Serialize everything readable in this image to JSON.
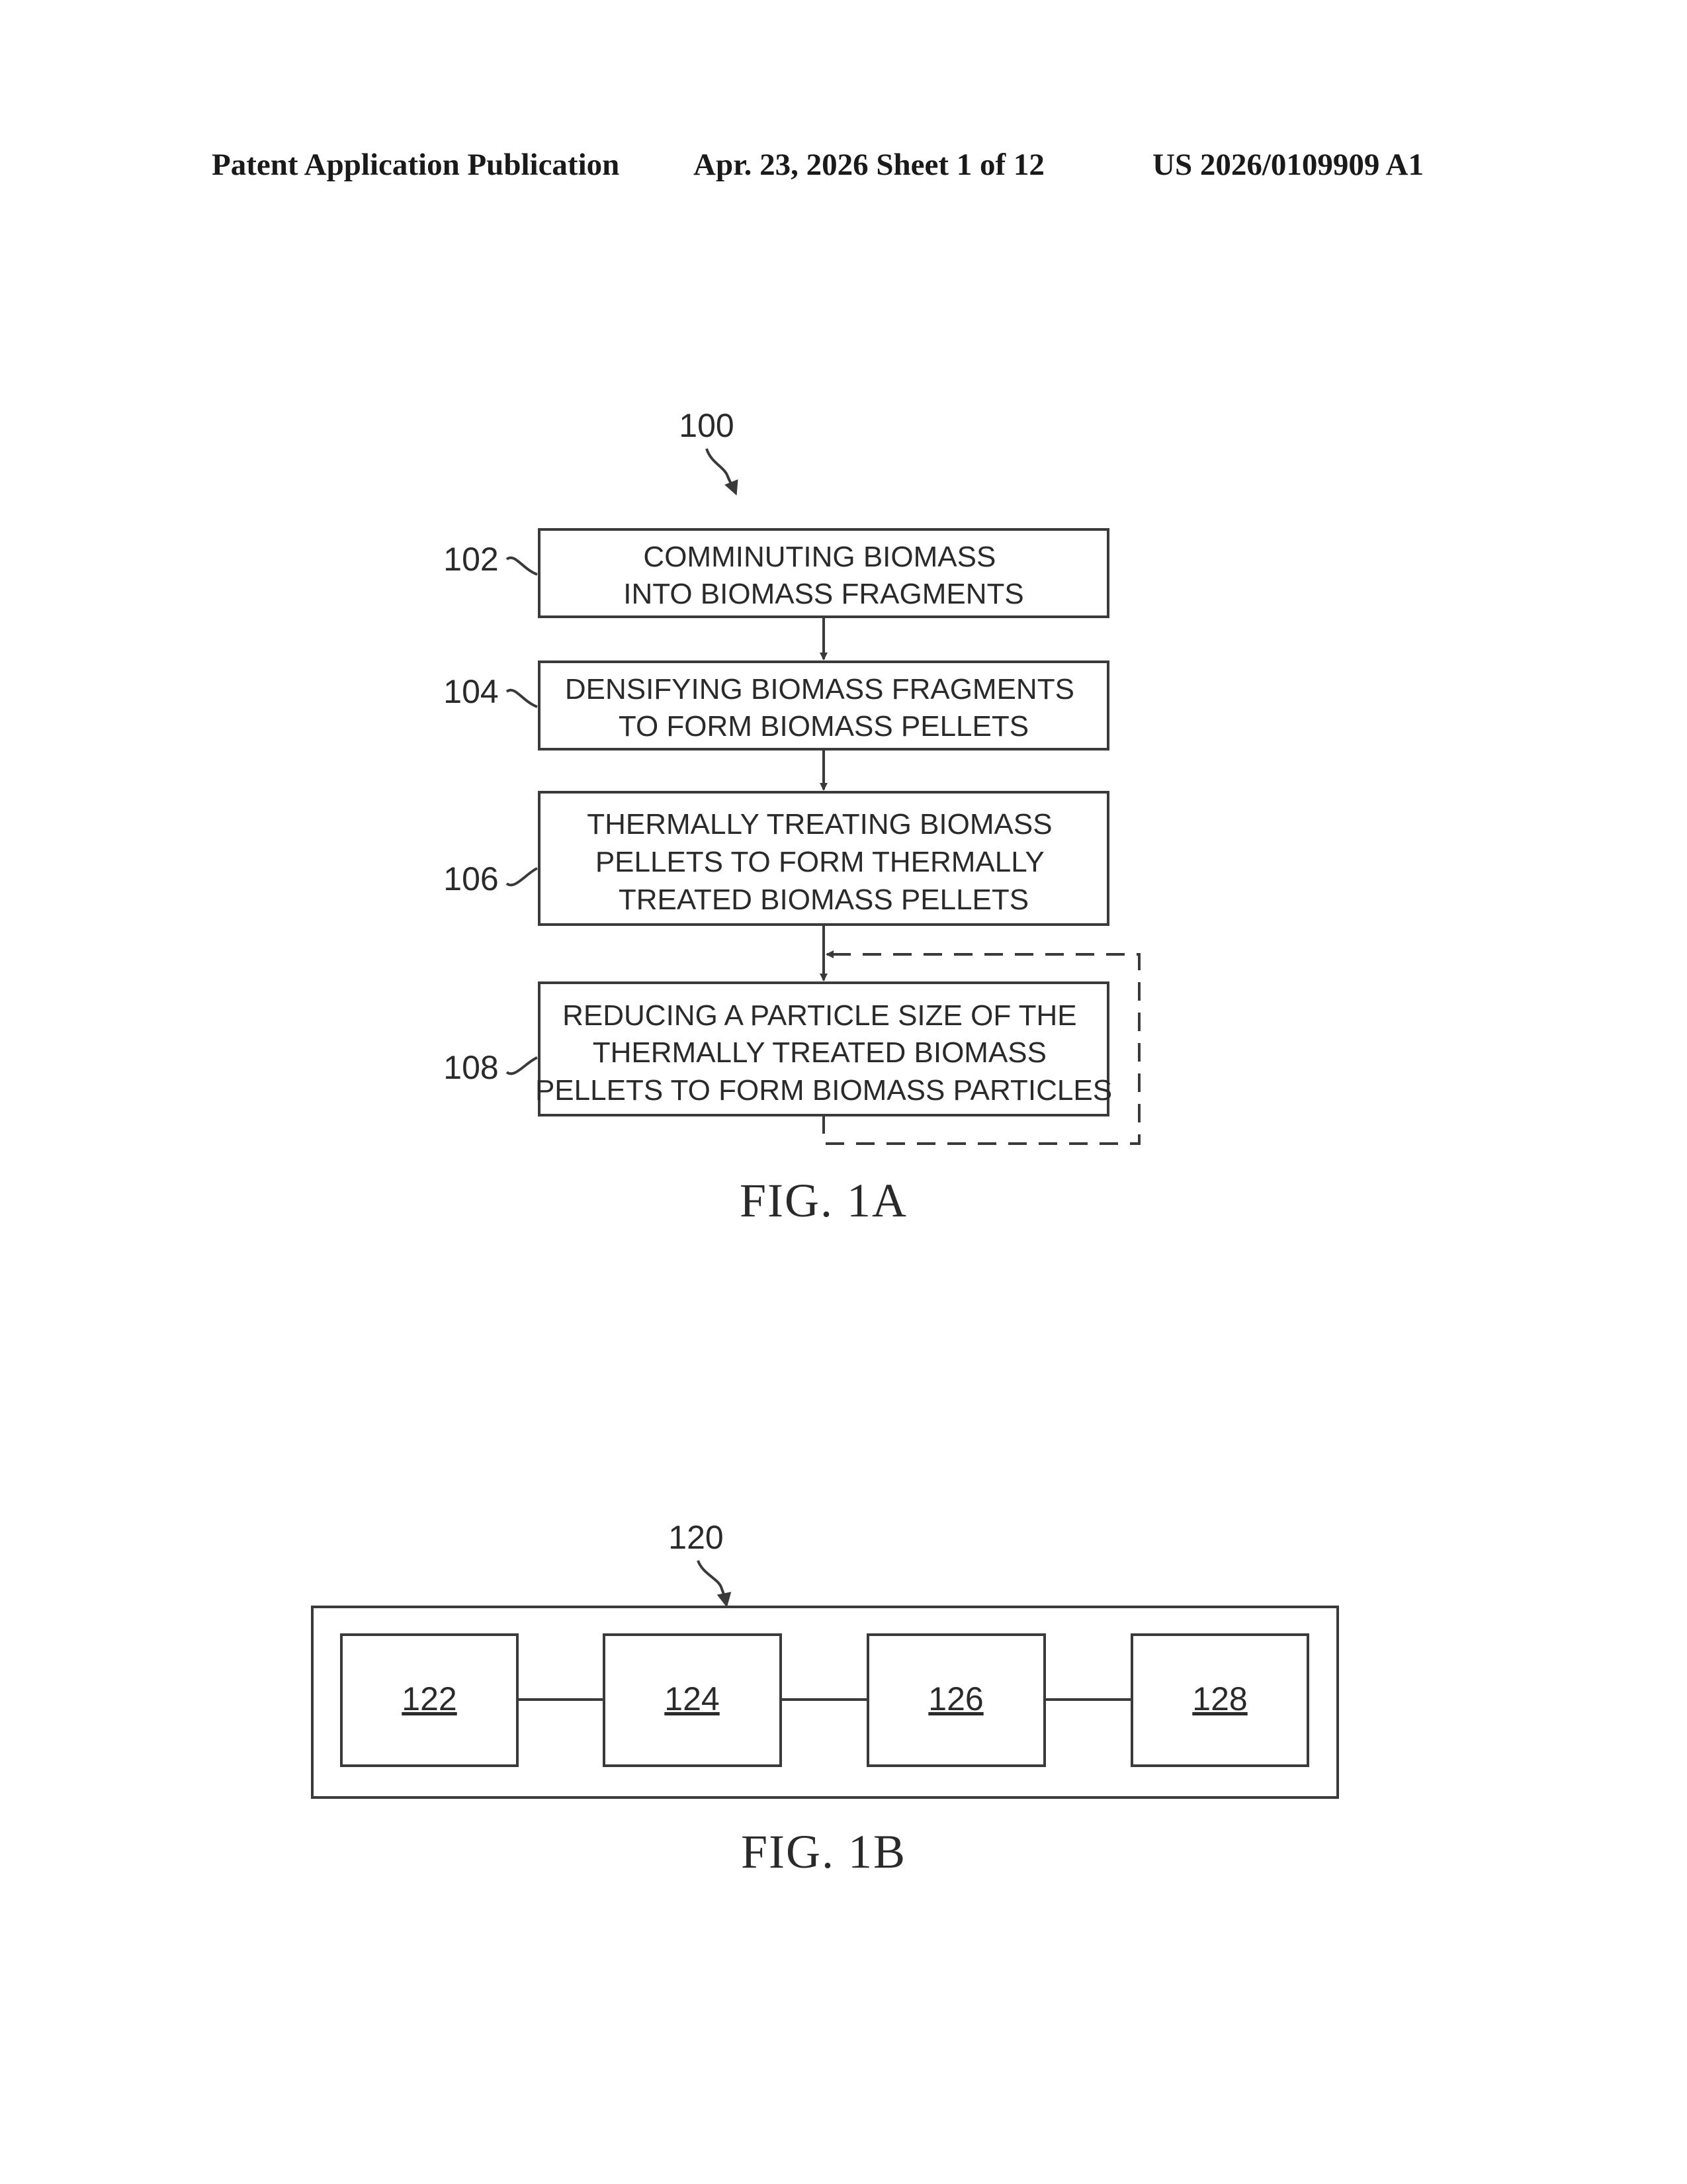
{
  "header": {
    "left": "Patent Application Publication",
    "middle": "Apr. 23, 2026  Sheet 1 of 12",
    "right": "US 2026/0109909 A1"
  },
  "fig1a": {
    "ref": "100",
    "caption": "FIG. 1A",
    "steps": [
      {
        "ref": "102",
        "lines": [
          "COMMINUTING BIOMASS",
          "INTO BIOMASS FRAGMENTS"
        ]
      },
      {
        "ref": "104",
        "lines": [
          "DENSIFYING BIOMASS FRAGMENTS",
          "TO FORM BIOMASS PELLETS"
        ]
      },
      {
        "ref": "106",
        "lines": [
          "THERMALLY TREATING BIOMASS",
          "PELLETS TO FORM THERMALLY",
          "TREATED BIOMASS PELLETS"
        ]
      },
      {
        "ref": "108",
        "lines": [
          "REDUCING A PARTICLE SIZE OF THE",
          "THERMALLY TREATED BIOMASS",
          "PELLETS TO FORM BIOMASS PARTICLES"
        ]
      }
    ]
  },
  "fig1b": {
    "ref": "120",
    "caption": "FIG. 1B",
    "components": [
      "122",
      "124",
      "126",
      "128"
    ]
  }
}
